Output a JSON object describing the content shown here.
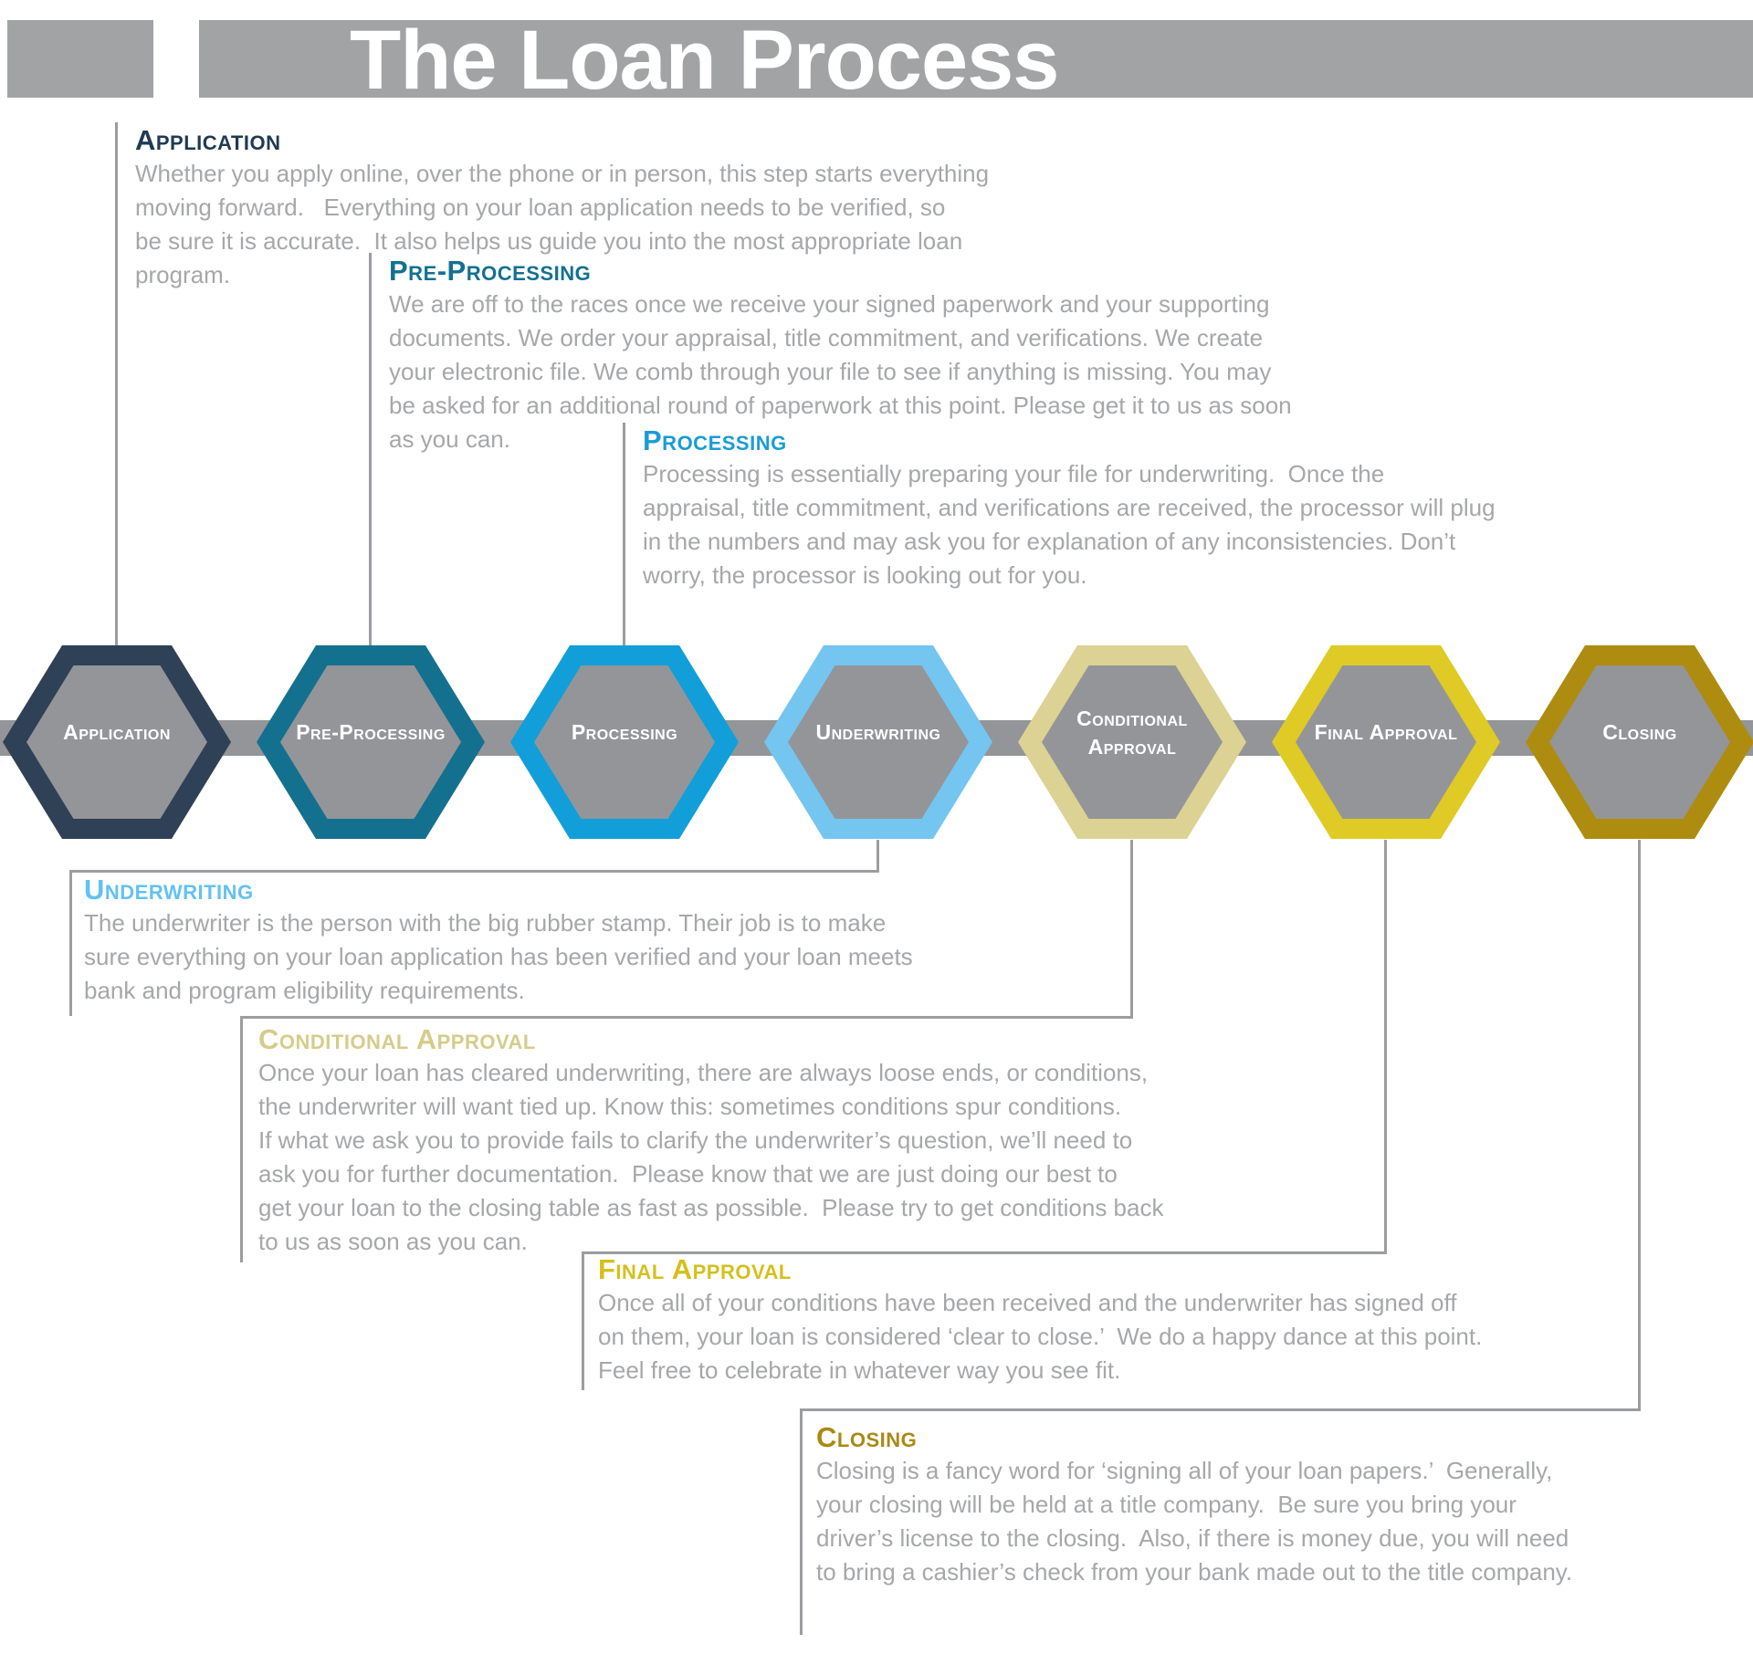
{
  "title": {
    "text": "The Loan Process",
    "bar_color": "#a2a3a5",
    "text_color": "#ffffff"
  },
  "timeline": {
    "band_color": "#949598",
    "connector_color": "#9c9da0",
    "inner_hex_color": "#949598"
  },
  "body_text_color": "#a6a7a9",
  "phases": [
    {
      "label": "Application",
      "heading": "Application",
      "heading_color": "#1f3a52",
      "hex_color": "#2e4156",
      "body": "Whether you apply online, over the phone or in person, this step starts everything\nmoving forward.   Everything on your loan application needs to be verified, so\nbe sure it is accurate.  It also helps us guide you into the most appropriate loan\nprogram."
    },
    {
      "label": "Pre-Processing",
      "heading": "Pre-Processing",
      "heading_color": "#137090",
      "hex_color": "#14708f",
      "body": "We are off to the races once we receive your signed paperwork and your supporting\ndocuments. We order your appraisal, title commitment, and verifications. We create\nyour electronic file. We comb through your file to see if anything is missing. You may\nbe asked for an additional round of paperwork at this point. Please get it to us as soon\nas you can."
    },
    {
      "label": "Processing",
      "heading": "Processing",
      "heading_color": "#1a9cd6",
      "hex_color": "#129fd9",
      "body": "Processing is essentially preparing your file for underwriting.  Once the\nappraisal, title commitment, and verifications are received, the processor will plug\nin the numbers and may ask you for explanation of any inconsistencies. Don’t\nworry, the processor is looking out for you."
    },
    {
      "label": "Underwriting",
      "heading": "Underwriting",
      "heading_color": "#63c1f2",
      "hex_color": "#74c5f0",
      "body": "The underwriter is the person with the big rubber stamp. Their job is to make\nsure everything on your loan application has been verified and your loan meets\nbank and program eligibility requirements."
    },
    {
      "label": "Conditional Approval",
      "heading": "Conditional Approval",
      "heading_color": "#d6cc8a",
      "hex_color": "#dbd293",
      "body": "Once your loan has cleared underwriting, there are always loose ends, or conditions,\nthe underwriter will want tied up. Know this: sometimes conditions spur conditions.\nIf what we ask you to provide fails to clarify the underwriter’s question, we’ll need to\nask you for further documentation.  Please know that we are just doing our best to\nget your loan to the closing table as fast as possible.  Please try to get conditions back\nto us as soon as you can."
    },
    {
      "label": "Final Approval",
      "heading": "Final Approval",
      "heading_color": "#d4c01d",
      "hex_color": "#dfca26",
      "body": "Once all of your conditions have been received and the underwriter has signed off\non them, your loan is considered ‘clear to close.’  We do a happy dance at this point.\nFeel free to celebrate in whatever way you see fit."
    },
    {
      "label": "Closing",
      "heading": "Closing",
      "heading_color": "#a98a13",
      "hex_color": "#ad8c10",
      "body": "Closing is a fancy word for ‘signing all of your loan papers.’  Generally,\nyour closing will be held at a title company.  Be sure you bring your\ndriver’s license to the closing.  Also, if there is money due, you will need\nto bring a cashier’s check from your bank made out to the title company."
    }
  ]
}
